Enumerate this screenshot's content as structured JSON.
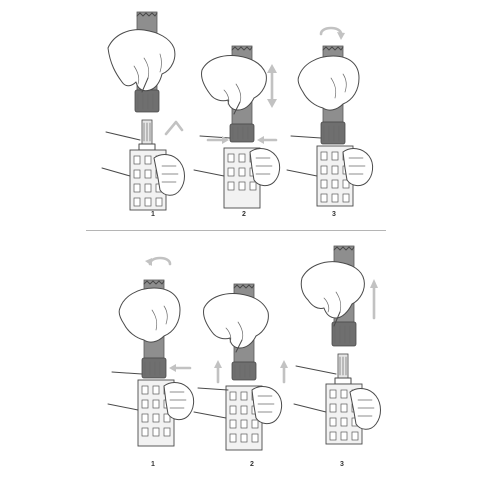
{
  "top_row": {
    "steps": [
      {
        "label": "1"
      },
      {
        "label": "2"
      },
      {
        "label": "3"
      }
    ]
  },
  "bottom_row": {
    "steps": [
      {
        "label": "1"
      },
      {
        "label": "2"
      },
      {
        "label": "3"
      }
    ]
  },
  "colors": {
    "line": "#4a4a4a",
    "tube_gray": "#8e8e8e",
    "arrow_gray": "#c2c2c2",
    "divider": "#b5b5b5"
  }
}
